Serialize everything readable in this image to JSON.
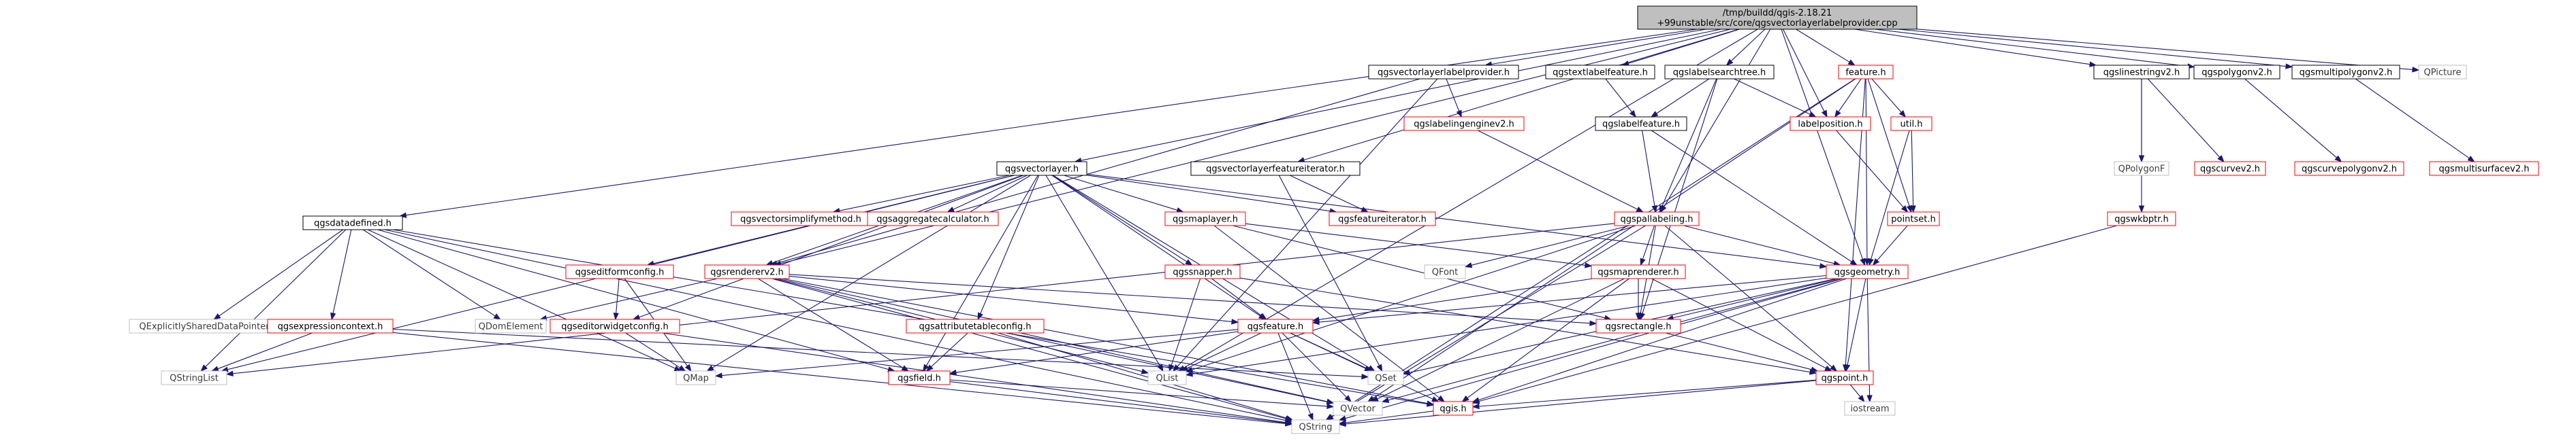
{
  "colors": {
    "edge": "#191970",
    "root_fill": "#bfbfbf",
    "red_border": "#ff0000",
    "black_border": "#000000",
    "grey_border": "#bfbfbf"
  },
  "nodes": [
    {
      "id": "root",
      "label": [
        "/tmp/buildd/qgis-2.18.21",
        "+99unstable/src/core/qgsvectorlayerlabelprovider.cpp"
      ],
      "kind": "root"
    },
    {
      "id": "qgsdatadefined",
      "label": [
        "qgsdatadefined.h"
      ],
      "kind": "black"
    },
    {
      "id": "qgsvectorlayer",
      "label": [
        "qgsvectorlayer.h"
      ],
      "kind": "black"
    },
    {
      "id": "qgsvectorlayerlabelprovider",
      "label": [
        "qgsvectorlayerlabelprovider.h"
      ],
      "kind": "black"
    },
    {
      "id": "qgstextlabelfeature",
      "label": [
        "qgstextlabelfeature.h"
      ],
      "kind": "black"
    },
    {
      "id": "qgslabelsearchtree",
      "label": [
        "qgslabelsearchtree.h"
      ],
      "kind": "black"
    },
    {
      "id": "feature",
      "label": [
        "feature.h"
      ],
      "kind": "red"
    },
    {
      "id": "qgslinestringv2",
      "label": [
        "qgslinestringv2.h"
      ],
      "kind": "black"
    },
    {
      "id": "qgspolygonv2",
      "label": [
        "qgspolygonv2.h"
      ],
      "kind": "black"
    },
    {
      "id": "qgsmultipolygonv2",
      "label": [
        "qgsmultipolygonv2.h"
      ],
      "kind": "black"
    },
    {
      "id": "QPicture",
      "label": [
        "QPicture"
      ],
      "kind": "grey"
    },
    {
      "id": "qgslabelingenginev2",
      "label": [
        "qgslabelingenginev2.h"
      ],
      "kind": "red"
    },
    {
      "id": "qgsvectorlayerfeatureiterator",
      "label": [
        "qgsvectorlayerfeatureiterator.h"
      ],
      "kind": "black"
    },
    {
      "id": "qgslabelfeature",
      "label": [
        "qgslabelfeature.h"
      ],
      "kind": "black"
    },
    {
      "id": "labelposition",
      "label": [
        "labelposition.h"
      ],
      "kind": "red"
    },
    {
      "id": "util",
      "label": [
        "util.h"
      ],
      "kind": "red"
    },
    {
      "id": "QPolygonF",
      "label": [
        "QPolygonF"
      ],
      "kind": "grey"
    },
    {
      "id": "qgscurvev2",
      "label": [
        "qgscurvev2.h"
      ],
      "kind": "red"
    },
    {
      "id": "qgscurvepolygonv2",
      "label": [
        "qgscurvepolygonv2.h"
      ],
      "kind": "red"
    },
    {
      "id": "qgsmultisurfacev2",
      "label": [
        "qgsmultisurfacev2.h"
      ],
      "kind": "red"
    },
    {
      "id": "qgsvectorsimplifymethod",
      "label": [
        "qgsvectorsimplifymethod.h"
      ],
      "kind": "red"
    },
    {
      "id": "qgsaggregatecalculator",
      "label": [
        "qgsaggregatecalculator.h"
      ],
      "kind": "red"
    },
    {
      "id": "qgsmaplayer",
      "label": [
        "qgsmaplayer.h"
      ],
      "kind": "red"
    },
    {
      "id": "qgsfeatureiterator",
      "label": [
        "qgsfeatureiterator.h"
      ],
      "kind": "red"
    },
    {
      "id": "qgspallabeling",
      "label": [
        "qgspallabeling.h"
      ],
      "kind": "red"
    },
    {
      "id": "pointset",
      "label": [
        "pointset.h"
      ],
      "kind": "red"
    },
    {
      "id": "qgswkbptr",
      "label": [
        "qgswkbptr.h"
      ],
      "kind": "red"
    },
    {
      "id": "qgseditformconfig",
      "label": [
        "qgseditformconfig.h"
      ],
      "kind": "red"
    },
    {
      "id": "qgsrendererv2",
      "label": [
        "qgsrendererv2.h"
      ],
      "kind": "red"
    },
    {
      "id": "qgssnapper",
      "label": [
        "qgssnapper.h"
      ],
      "kind": "red"
    },
    {
      "id": "QFont",
      "label": [
        "QFont"
      ],
      "kind": "grey"
    },
    {
      "id": "qgsmaprenderer",
      "label": [
        "qgsmaprenderer.h"
      ],
      "kind": "red"
    },
    {
      "id": "qgsgeometry",
      "label": [
        "qgsgeometry.h"
      ],
      "kind": "red"
    },
    {
      "id": "QExplicitlySharedDataPointer",
      "label": [
        "QExplicitlySharedDataPointer"
      ],
      "kind": "grey"
    },
    {
      "id": "qgsexpressioncontext",
      "label": [
        "qgsexpressioncontext.h"
      ],
      "kind": "red"
    },
    {
      "id": "QDomElement",
      "label": [
        "QDomElement"
      ],
      "kind": "grey"
    },
    {
      "id": "qgseditorwidgetconfig",
      "label": [
        "qgseditorwidgetconfig.h"
      ],
      "kind": "red"
    },
    {
      "id": "qgsattributetableconfig",
      "label": [
        "qgsattributetableconfig.h"
      ],
      "kind": "red"
    },
    {
      "id": "qgsfeature",
      "label": [
        "qgsfeature.h"
      ],
      "kind": "red"
    },
    {
      "id": "qgsrectangle",
      "label": [
        "qgsrectangle.h"
      ],
      "kind": "red"
    },
    {
      "id": "QStringList",
      "label": [
        "QStringList"
      ],
      "kind": "grey"
    },
    {
      "id": "QMap",
      "label": [
        "QMap"
      ],
      "kind": "grey"
    },
    {
      "id": "qgsfield",
      "label": [
        "qgsfield.h"
      ],
      "kind": "red"
    },
    {
      "id": "QList",
      "label": [
        "QList"
      ],
      "kind": "grey"
    },
    {
      "id": "QSet",
      "label": [
        "QSet"
      ],
      "kind": "grey"
    },
    {
      "id": "qgspoint",
      "label": [
        "qgspoint.h"
      ],
      "kind": "red"
    },
    {
      "id": "QVector",
      "label": [
        "QVector"
      ],
      "kind": "grey"
    },
    {
      "id": "qgis",
      "label": [
        "qgis.h"
      ],
      "kind": "red"
    },
    {
      "id": "iostream",
      "label": [
        "iostream"
      ],
      "kind": "grey"
    },
    {
      "id": "QString",
      "label": [
        "QString"
      ],
      "kind": "grey"
    }
  ],
  "edges": [
    [
      "root",
      "qgsdatadefined"
    ],
    [
      "root",
      "qgsvectorlayer"
    ],
    [
      "root",
      "qgsvectorlayerlabelprovider"
    ],
    [
      "root",
      "qgstextlabelfeature"
    ],
    [
      "root",
      "qgslabelsearchtree"
    ],
    [
      "root",
      "feature"
    ],
    [
      "root",
      "qgslinestringv2"
    ],
    [
      "root",
      "qgspolygonv2"
    ],
    [
      "root",
      "qgsmultipolygonv2"
    ],
    [
      "root",
      "QPicture"
    ],
    [
      "root",
      "qgsvectorlayerfeatureiterator"
    ],
    [
      "root",
      "qgsgeometry"
    ],
    [
      "root",
      "qgspallabeling"
    ],
    [
      "root",
      "labelposition"
    ],
    [
      "root",
      "qgsrendererv2"
    ],
    [
      "root",
      "QList"
    ],
    [
      "qgsvectorlayerlabelprovider",
      "qgslabelingenginev2"
    ],
    [
      "qgsvectorlayerlabelprovider",
      "qgsrendererv2"
    ],
    [
      "qgsvectorlayerlabelprovider",
      "QList"
    ],
    [
      "qgstextlabelfeature",
      "qgslabelfeature"
    ],
    [
      "qgslabelsearchtree",
      "qgslabelfeature"
    ],
    [
      "qgslabelsearchtree",
      "labelposition"
    ],
    [
      "qgslabelsearchtree",
      "qgspallabeling"
    ],
    [
      "qgslabelsearchtree",
      "qgsrectangle"
    ],
    [
      "feature",
      "labelposition"
    ],
    [
      "feature",
      "util"
    ],
    [
      "feature",
      "pointset"
    ],
    [
      "feature",
      "qgsgeometry"
    ],
    [
      "feature",
      "qgspoint"
    ],
    [
      "feature",
      "QString"
    ],
    [
      "feature",
      "QVector"
    ],
    [
      "qgslinestringv2",
      "qgscurvev2"
    ],
    [
      "qgslinestringv2",
      "QPolygonF"
    ],
    [
      "qgslinestringv2",
      "qgswkbptr"
    ],
    [
      "qgspolygonv2",
      "qgscurvepolygonv2"
    ],
    [
      "qgsmultipolygonv2",
      "qgsmultisurfacev2"
    ],
    [
      "qgslabelingenginev2",
      "qgspallabeling"
    ],
    [
      "qgsvectorlayerfeatureiterator",
      "qgsfeatureiterator"
    ],
    [
      "qgsvectorlayerfeatureiterator",
      "QSet"
    ],
    [
      "qgslabelfeature",
      "qgspallabeling"
    ],
    [
      "qgslabelfeature",
      "qgsgeometry"
    ],
    [
      "labelposition",
      "pointset"
    ],
    [
      "util",
      "pointset"
    ],
    [
      "util",
      "qgsgeometry"
    ],
    [
      "pointset",
      "qgsgeometry"
    ],
    [
      "qgswkbptr",
      "qgis"
    ],
    [
      "qgsvectorlayer",
      "qgsvectorsimplifymethod"
    ],
    [
      "qgsvectorlayer",
      "qgsaggregatecalculator"
    ],
    [
      "qgsvectorlayer",
      "qgsmaplayer"
    ],
    [
      "qgsvectorlayer",
      "qgsfeatureiterator"
    ],
    [
      "qgsvectorlayer",
      "qgseditformconfig"
    ],
    [
      "qgsvectorlayer",
      "qgsrendererv2"
    ],
    [
      "qgsvectorlayer",
      "qgssnapper"
    ],
    [
      "qgsvectorlayer",
      "qgsattributetableconfig"
    ],
    [
      "qgsvectorlayer",
      "qgsfeature"
    ],
    [
      "qgsvectorlayer",
      "qgsfield"
    ],
    [
      "qgsvectorlayer",
      "QList"
    ],
    [
      "qgsvectorlayer",
      "QSet"
    ],
    [
      "qgsvectorlayer",
      "QMap"
    ],
    [
      "qgsvectorlayer",
      "QStringList"
    ],
    [
      "qgsvectorlayer",
      "qgseditorwidgetconfig"
    ],
    [
      "qgsvectorlayer",
      "qgsgeometry"
    ],
    [
      "qgsmaplayer",
      "qgis"
    ],
    [
      "qgsmaplayer",
      "qgsmaprenderer"
    ],
    [
      "qgsmaplayer",
      "qgsrectangle"
    ],
    [
      "qgspallabeling",
      "QFont"
    ],
    [
      "qgspallabeling",
      "qgsmaprenderer"
    ],
    [
      "qgspallabeling",
      "qgsgeometry"
    ],
    [
      "qgspallabeling",
      "qgspoint"
    ],
    [
      "qgspallabeling",
      "QString"
    ],
    [
      "qgspallabeling",
      "QList"
    ],
    [
      "qgspallabeling",
      "QStringList"
    ],
    [
      "qgspallabeling",
      "qgsrectangle"
    ],
    [
      "qgsmaprenderer",
      "qgsfeature"
    ],
    [
      "qgsmaprenderer",
      "qgsrectangle"
    ],
    [
      "qgsmaprenderer",
      "qgis"
    ],
    [
      "qgsmaprenderer",
      "QVector"
    ],
    [
      "qgsmaprenderer",
      "qgspoint"
    ],
    [
      "qgseditformconfig",
      "qgseditorwidgetconfig"
    ],
    [
      "qgseditformconfig",
      "QMap"
    ],
    [
      "qgsrendererv2",
      "qgsfeature"
    ],
    [
      "qgsrendererv2",
      "qgsfield"
    ],
    [
      "qgsrendererv2",
      "QString"
    ],
    [
      "qgsrendererv2",
      "QList"
    ],
    [
      "qgsrendererv2",
      "QVector"
    ],
    [
      "qgsrendererv2",
      "qgis"
    ],
    [
      "qgsrendererv2",
      "qgsrectangle"
    ],
    [
      "qgsrendererv2",
      "QDomElement"
    ],
    [
      "qgssnapper",
      "qgsfeature"
    ],
    [
      "qgssnapper",
      "QList"
    ],
    [
      "qgssnapper",
      "qgspoint"
    ],
    [
      "qgsgeometry",
      "qgsfeature"
    ],
    [
      "qgsgeometry",
      "QSet"
    ],
    [
      "qgsgeometry",
      "qgspoint"
    ],
    [
      "qgsgeometry",
      "qgis"
    ],
    [
      "qgsgeometry",
      "QVector"
    ],
    [
      "qgsgeometry",
      "QString"
    ],
    [
      "qgsgeometry",
      "iostream"
    ],
    [
      "qgsgeometry",
      "QList"
    ],
    [
      "qgsgeometry",
      "qgsrectangle"
    ],
    [
      "qgsdatadefined",
      "QExplicitlySharedDataPointer"
    ],
    [
      "qgsdatadefined",
      "qgsexpressioncontext"
    ],
    [
      "qgsdatadefined",
      "QDomElement"
    ],
    [
      "qgsdatadefined",
      "QStringList"
    ],
    [
      "qgsdatadefined",
      "QMap"
    ],
    [
      "qgsdatadefined",
      "qgsfield"
    ],
    [
      "qgsdatadefined",
      "qgis"
    ],
    [
      "qgsdatadefined",
      "QString"
    ],
    [
      "qgsexpressioncontext",
      "QStringList"
    ],
    [
      "qgsexpressioncontext",
      "QSet"
    ],
    [
      "qgsexpressioncontext",
      "QString"
    ],
    [
      "qgseditorwidgetconfig",
      "QMap"
    ],
    [
      "qgseditorwidgetconfig",
      "QString"
    ],
    [
      "qgsattributetableconfig",
      "qgsfield"
    ],
    [
      "qgsattributetableconfig",
      "QVector"
    ],
    [
      "qgsattributetableconfig",
      "QString"
    ],
    [
      "qgsfeature",
      "QMap"
    ],
    [
      "qgsfeature",
      "qgsfield"
    ],
    [
      "qgsfeature",
      "QList"
    ],
    [
      "qgsfeature",
      "QSet"
    ],
    [
      "qgsfeature",
      "QVector"
    ],
    [
      "qgsfeature",
      "QString"
    ],
    [
      "qgsfeature",
      "qgis"
    ],
    [
      "qgsrectangle",
      "qgspoint"
    ],
    [
      "qgsfield",
      "QVector"
    ],
    [
      "qgsfield",
      "QString"
    ],
    [
      "qgspoint",
      "qgis"
    ],
    [
      "qgspoint",
      "QString"
    ],
    [
      "qgspoint",
      "iostream"
    ],
    [
      "qgis",
      "QString"
    ]
  ]
}
